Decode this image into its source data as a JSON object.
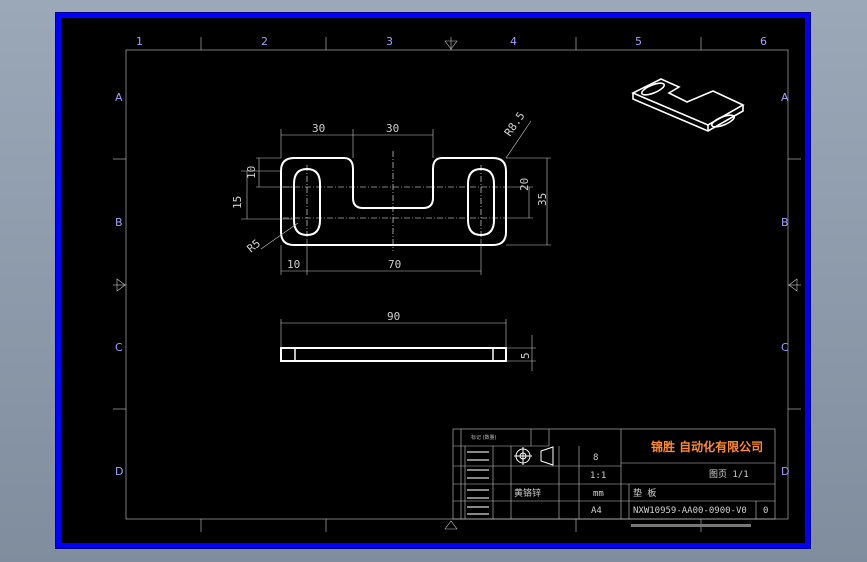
{
  "zones": {
    "cols": [
      "1",
      "2",
      "3",
      "4",
      "5",
      "6"
    ],
    "rows": [
      "A",
      "B",
      "C",
      "D"
    ]
  },
  "dims": {
    "d30a": "30",
    "d30b": "30",
    "r85": "R8.5",
    "d10v": "10",
    "d15": "15",
    "r5": "R5",
    "d20": "20",
    "d35": "35",
    "d10h": "10",
    "d70": "70",
    "d90": "90",
    "d5": "5"
  },
  "title_block": {
    "company": "锦胜 自动化有限公司",
    "material_code": "8",
    "scale": "1:1",
    "unit": "mm",
    "sheet_size": "A4",
    "part_name": "垫 板",
    "drawing_number": "NXW10959-AA00-0900-V0",
    "version": "0",
    "sheet_info": "图页 1/1",
    "surface": "黄铬锌",
    "header_note": "标记 (数量)"
  }
}
